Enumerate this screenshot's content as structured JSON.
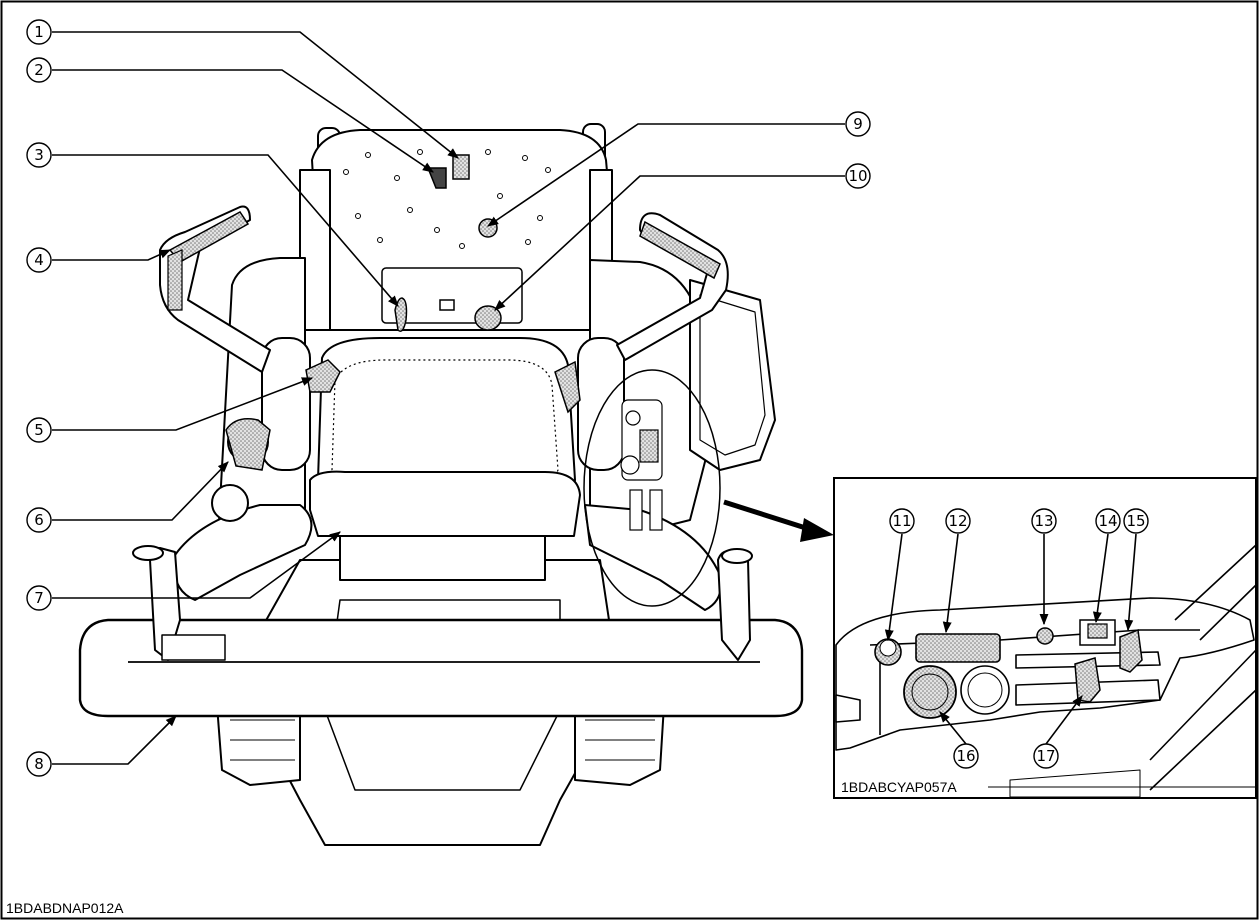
{
  "main_callouts": [
    {
      "num": "1"
    },
    {
      "num": "2"
    },
    {
      "num": "3"
    },
    {
      "num": "4"
    },
    {
      "num": "5"
    },
    {
      "num": "6"
    },
    {
      "num": "7"
    },
    {
      "num": "8"
    },
    {
      "num": "9"
    },
    {
      "num": "10"
    }
  ],
  "inset_callouts": [
    {
      "num": "11"
    },
    {
      "num": "12"
    },
    {
      "num": "13"
    },
    {
      "num": "14"
    },
    {
      "num": "15"
    },
    {
      "num": "16"
    },
    {
      "num": "17"
    }
  ],
  "figure_id": "1BDABDNAP012A",
  "inset_figure_id": "1BDABCYAP057A",
  "colors": {
    "line": "#000000",
    "shade": "#bdbdbd",
    "paper": "#ffffff"
  }
}
